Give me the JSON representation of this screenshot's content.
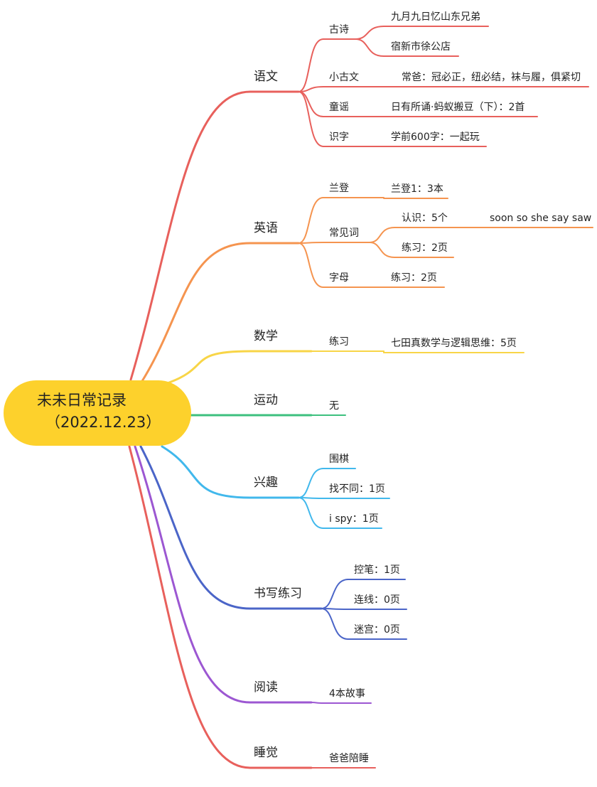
{
  "root": {
    "title": "未未日常记录",
    "date": "（2022.12.23）",
    "color": "#fdd12c"
  },
  "branches": [
    {
      "label": "语文",
      "color": "#e8605c",
      "children": [
        {
          "label": "古诗",
          "children": [
            {
              "label": "九月九日忆山东兄弟"
            },
            {
              "label": "宿新市徐公店"
            }
          ]
        },
        {
          "label": "小古文",
          "children": [
            {
              "label": "常爸：冠必正，纽必结，袜与履，俱紧切"
            }
          ]
        },
        {
          "label": "童谣",
          "children": [
            {
              "label": "日有所诵·蚂蚁搬豆（下）：2首"
            }
          ]
        },
        {
          "label": "识字",
          "children": [
            {
              "label": "学前600字：一起玩"
            }
          ]
        }
      ]
    },
    {
      "label": "英语",
      "color": "#f5944f",
      "children": [
        {
          "label": "兰登",
          "children": [
            {
              "label": "兰登1：3本"
            }
          ]
        },
        {
          "label": "常见词",
          "children": [
            {
              "label": "认识：5个",
              "children": [
                {
                  "label": "soon so she say saw"
                }
              ]
            },
            {
              "label": "练习：2页"
            }
          ]
        },
        {
          "label": "字母",
          "children": [
            {
              "label": "练习：2页"
            }
          ]
        }
      ]
    },
    {
      "label": "数学",
      "color": "#f8d547",
      "children": [
        {
          "label": "练习",
          "children": [
            {
              "label": "七田真数学与逻辑思维：5页"
            }
          ]
        }
      ]
    },
    {
      "label": "运动",
      "color": "#3dc07e",
      "children": [
        {
          "label": "无"
        }
      ]
    },
    {
      "label": "兴趣",
      "color": "#41b8ec",
      "children": [
        {
          "label": "围棋"
        },
        {
          "label": "找不同：1页"
        },
        {
          "label": "i spy：1页"
        }
      ]
    },
    {
      "label": "书写练习",
      "color": "#4b65c8",
      "children": [
        {
          "label": "控笔：1页"
        },
        {
          "label": "连线：0页"
        },
        {
          "label": "迷宫：0页"
        }
      ]
    },
    {
      "label": "阅读",
      "color": "#9c57d2",
      "children": [
        {
          "label": "4本故事"
        }
      ]
    },
    {
      "label": "睡觉",
      "color": "#e8605c",
      "children": [
        {
          "label": "爸爸陪睡"
        }
      ]
    }
  ]
}
